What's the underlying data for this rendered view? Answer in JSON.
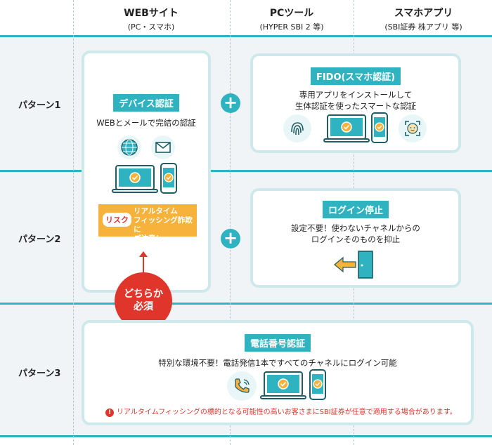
{
  "headers": [
    {
      "title": "WEBサイト",
      "sub": "(PC・スマホ)"
    },
    {
      "title": "PCツール",
      "sub": "(HYPER SBI 2 等)"
    },
    {
      "title": "スマホアプリ",
      "sub": "(SBI証券 株アプリ 等)"
    }
  ],
  "rows": [
    "パターン1",
    "パターン2",
    "パターン3"
  ],
  "device_auth": {
    "tag": "デバイス認証",
    "desc": "WEBとメールで完結の認証"
  },
  "risk": {
    "label": "リスク",
    "text": "リアルタイム\nフィッシング詐欺に\nご注意！"
  },
  "must": {
    "line1": "どちらか",
    "line2": "必須"
  },
  "fido": {
    "tag": "FIDO(スマホ認証)",
    "desc1": "専用アプリをインストールして",
    "desc2": "生体認証を使ったスマートな認証"
  },
  "login_stop": {
    "tag": "ログイン停止",
    "desc1": "設定不要！使わないチャネルからの",
    "desc2": "ログインそのものを抑止"
  },
  "phone_auth": {
    "tag": "電話番号認証",
    "desc": "特別な環境不要！電話発信1本ですべてのチャネルにログイン可能"
  },
  "warning": "リアルタイムフィッシングの標的となる可能性の高いお客さまにSBI証券が任意で適用する場合があります。",
  "colors": {
    "teal": "#2fb3c1",
    "red": "#e0352b",
    "orange": "#f7b23b",
    "card_border": "#cde9ec"
  }
}
